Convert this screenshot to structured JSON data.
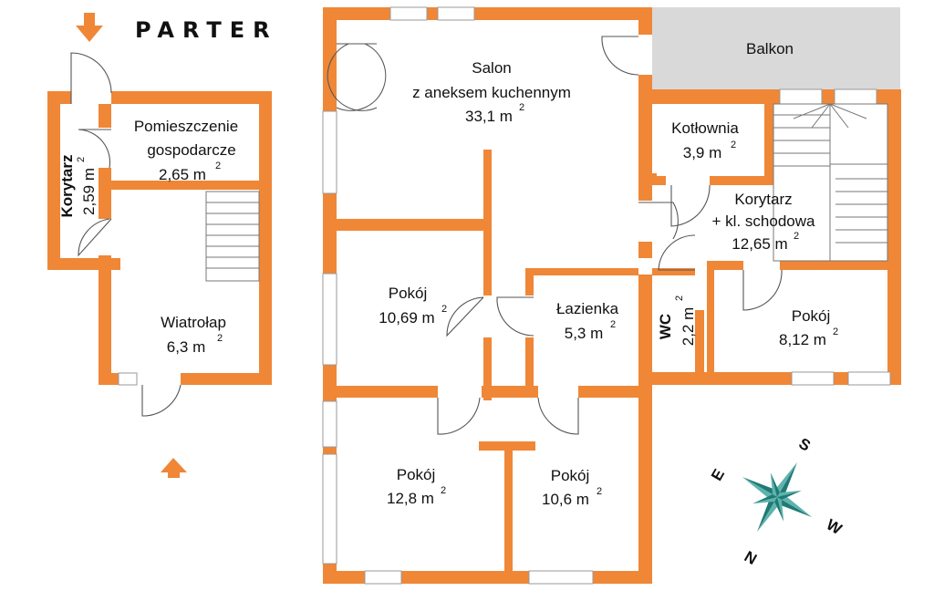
{
  "title": "PARTER",
  "balcony": {
    "label": "Balkon",
    "color": "#d9d9d9"
  },
  "colors": {
    "wall": "#ef8737",
    "compass": "#1f7a74"
  },
  "rooms": [
    {
      "id": "salon",
      "name": "Salon",
      "name2": "z aneksem kuchennym",
      "area": "33,1 m",
      "sup": "2"
    },
    {
      "id": "kotlownia",
      "name": "Kotłownia",
      "area": "3,9 m",
      "sup": "2"
    },
    {
      "id": "korytarz-schody",
      "name": "Korytarz",
      "name2": "+ kl. schodowa",
      "area": "12,65 m",
      "sup": "2"
    },
    {
      "id": "pokoj-1",
      "name": "Pokój",
      "area": "10,69 m",
      "sup": "2"
    },
    {
      "id": "lazienka",
      "name": "Łazienka",
      "area": "5,3 m",
      "sup": "2"
    },
    {
      "id": "wc",
      "name": "WC",
      "area": "2,2 m",
      "sup": "2"
    },
    {
      "id": "pokoj-2",
      "name": "Pokój",
      "area": "8,12 m",
      "sup": "2"
    },
    {
      "id": "pokoj-3",
      "name": "Pokój",
      "area": "12,8 m",
      "sup": "2"
    },
    {
      "id": "pokoj-4",
      "name": "Pokój",
      "area": "10,6 m",
      "sup": "2"
    },
    {
      "id": "pomieszczenie",
      "name": "Pomieszczenie",
      "name2": "gospodarcze",
      "area": "2,65 m",
      "sup": "2"
    },
    {
      "id": "korytarz-boczny",
      "name": "Korytarz",
      "area": "2,59 m",
      "sup": "2"
    },
    {
      "id": "wiatrolap",
      "name": "Wiatrołap",
      "area": "6,3 m",
      "sup": "2"
    }
  ],
  "compass": {
    "s": "S",
    "e": "E",
    "w": "W",
    "n": "N"
  }
}
